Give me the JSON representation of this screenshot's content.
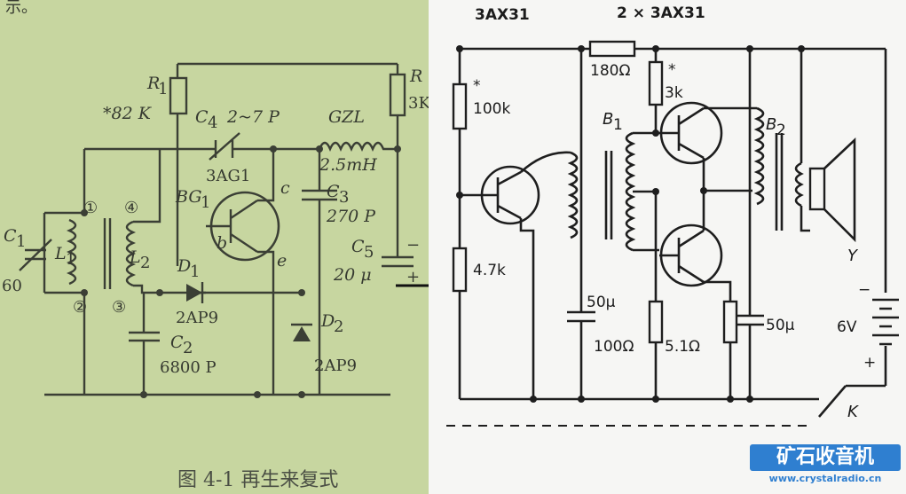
{
  "left_panel": {
    "top_note": "示。",
    "caption": "图 4-1   再生来复式",
    "labels": {
      "R1": "R",
      "R1_sub": "1",
      "R1_val": "*82 K",
      "C4": "C",
      "C4_sub": "4",
      "C4_val": "2~7 P",
      "GZL": "GZL",
      "GZL_val": "2.5mH",
      "R_top": "R",
      "R_top_val": "3K",
      "transistor": "3AG1",
      "BG1": "BG",
      "BG1_sub": "1",
      "c": "c",
      "b": "b",
      "e": "e",
      "C3": "C",
      "C3_sub": "3",
      "C3_val": "270 P",
      "C5": "C",
      "C5_sub": "5",
      "C5_val": "20 μ",
      "C1": "C",
      "C1_sub": "1",
      "C1_val": "60",
      "L1": "L",
      "L1_sub": "1",
      "L2": "L",
      "L2_sub": "2",
      "n1": "①",
      "n2": "②",
      "n3": "③",
      "n4": "④",
      "D1": "D",
      "D1_sub": "1",
      "D1_val": "2AP9",
      "D2": "D",
      "D2_sub": "2",
      "D2_val": "2AP9",
      "C2": "C",
      "C2_sub": "2",
      "C2_val": "6800 P",
      "minus": "−",
      "plus": "+"
    }
  },
  "right_panel": {
    "labels": {
      "t1": "3AX31",
      "t2": "2 × 3AX31",
      "r180": "180Ω",
      "r3k": "3k",
      "r3k_star": "*",
      "r100k": "100k",
      "r100k_star": "*",
      "B1": "B",
      "B1_sub": "1",
      "B2": "B",
      "B2_sub": "2",
      "r47k": "4.7k",
      "c50a": "50μ",
      "r100": "100Ω",
      "r51": "5.1Ω",
      "c50b": "50μ",
      "Y": "Y",
      "batt": "6V",
      "minus": "−",
      "plus": "+",
      "K": "K"
    }
  },
  "watermark": {
    "name": "矿石收音机",
    "url": "www.crystalradio.cn"
  }
}
